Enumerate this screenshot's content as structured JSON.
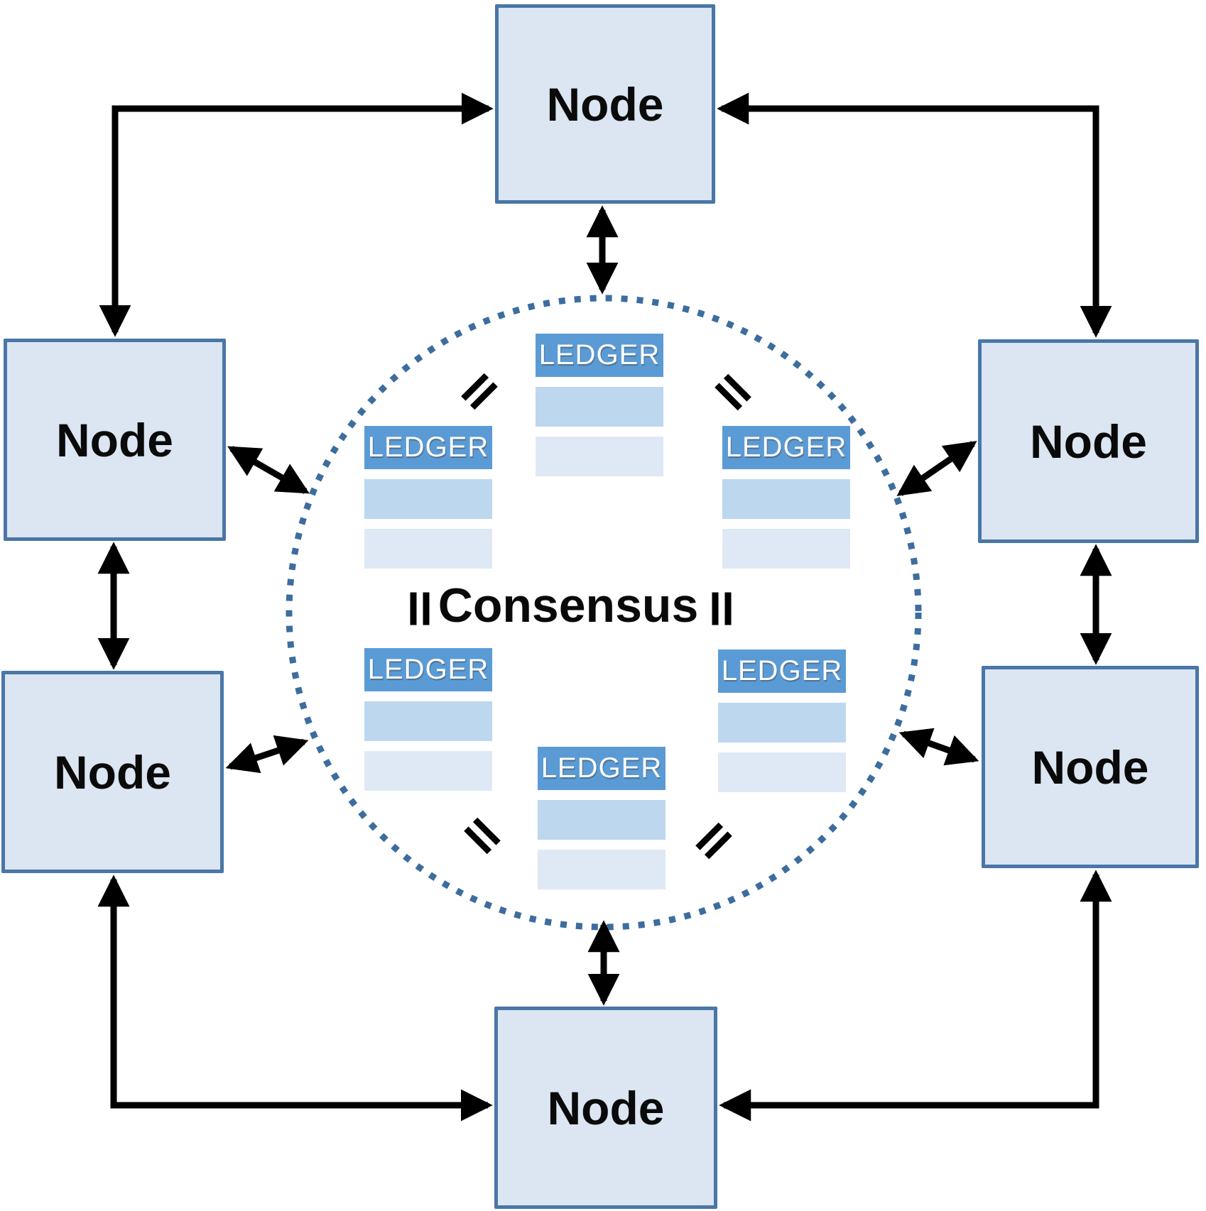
{
  "diagram": {
    "type": "network-consensus-diagram",
    "center_label": "Consensus"
  },
  "nodes": [
    {
      "id": "top",
      "label": "Node"
    },
    {
      "id": "left-upper",
      "label": "Node"
    },
    {
      "id": "left-lower",
      "label": "Node"
    },
    {
      "id": "right-upper",
      "label": "Node"
    },
    {
      "id": "right-lower",
      "label": "Node"
    },
    {
      "id": "bottom",
      "label": "Node"
    }
  ],
  "ledgers": [
    {
      "id": "top",
      "header": "LEDGER",
      "rows": [
        "",
        ""
      ]
    },
    {
      "id": "left-upper",
      "header": "LEDGER",
      "rows": [
        "",
        ""
      ]
    },
    {
      "id": "right-upper",
      "header": "LEDGER",
      "rows": [
        "",
        ""
      ]
    },
    {
      "id": "left-lower",
      "header": "LEDGER",
      "rows": [
        "",
        ""
      ]
    },
    {
      "id": "right-lower",
      "header": "LEDGER",
      "rows": [
        "",
        ""
      ]
    },
    {
      "id": "bottom",
      "header": "LEDGER",
      "rows": [
        "",
        ""
      ]
    }
  ],
  "equality_marks": [
    {
      "position": "upper-left"
    },
    {
      "position": "upper-right"
    },
    {
      "position": "middle-left"
    },
    {
      "position": "middle-right"
    },
    {
      "position": "lower-left"
    },
    {
      "position": "lower-right"
    }
  ],
  "colors": {
    "node-fill": "#dbe6f2",
    "node-border": "#4a76a8",
    "ledger-header": "#5b9bd5",
    "ledger-row1": "#bdd7ee",
    "ledger-row2": "#dfe9f5",
    "circle-dot": "#3d6d9e",
    "arrow": "#000000"
  }
}
